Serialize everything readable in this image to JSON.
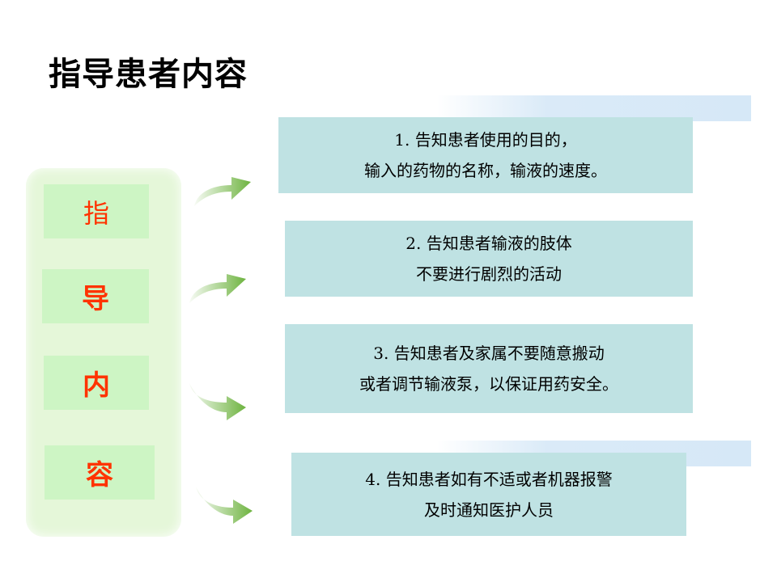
{
  "title": "指导患者内容",
  "left_chars": [
    "指",
    "导",
    "内",
    "容"
  ],
  "cards": [
    {
      "lines": [
        "1. 告知患者使用的目的，",
        "输入的药物的名称，输液的速度。"
      ]
    },
    {
      "lines": [
        "2. 告知患者输液的肢体",
        "不要进行剧烈的活动"
      ]
    },
    {
      "lines": [
        "3. 告知患者及家属不要随意搬动",
        "或者调节输液泵，以保证用药安全。"
      ]
    },
    {
      "lines": [
        "4. 告知患者如有不适或者机器报警",
        "及时通知医护人员"
      ]
    }
  ],
  "colors": {
    "panel": "#e5f7d9",
    "char_box": "#cdf5c4",
    "char_text": "#ff3300",
    "card": "#bfe2e3",
    "arrow": "#6db33f"
  }
}
